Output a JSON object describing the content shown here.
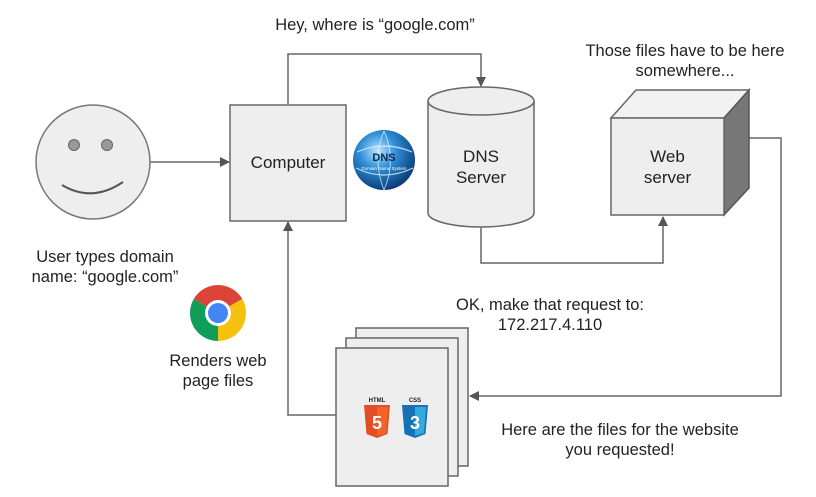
{
  "labels": {
    "query": "Hey, where is “google.com”",
    "user_types_line1": "User types domain",
    "user_types_line2": "name: “google.com”",
    "renders_line1": "Renders web",
    "renders_line2": "page files",
    "dns_response_line1": "OK, make that request to:",
    "dns_response_line2": "172.217.4.110",
    "files_line1": "Those files have to be here",
    "files_line2": "somewhere...",
    "files_response_line1": "Here are the files for the website",
    "files_response_line2": "you requested!"
  },
  "nodes": {
    "computer": "Computer",
    "dns_line1": "DNS",
    "dns_line2": "Server",
    "web_line1": "Web",
    "web_line2": "server"
  },
  "icons": {
    "dns_globe_title": "DNS",
    "dns_globe_subtitle": "Domain Name System",
    "html_badge": "HTML",
    "css_badge": "CSS",
    "html_number": "5",
    "css_number": "3"
  },
  "colors": {
    "box_fill": "#eeeeee",
    "box_stroke": "#666666",
    "arrow": "#666666",
    "chrome_red": "#db4437",
    "chrome_yellow": "#f4c20d",
    "chrome_green": "#0f9d58",
    "chrome_blue": "#4285f4",
    "html_orange": "#e44d26",
    "css_blue": "#1572b6"
  }
}
